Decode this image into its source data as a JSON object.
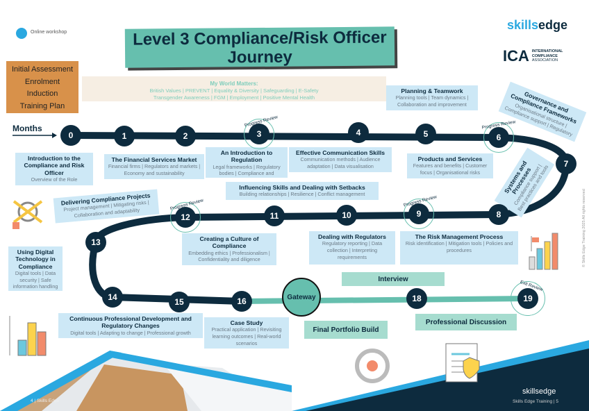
{
  "legend": {
    "label": "Online workshop",
    "color": "#2aa8e0"
  },
  "title": "Level 3 Compliance/Risk Officer Journey",
  "logos": {
    "skills": "skills",
    "edge": "edge",
    "ica": "ICA",
    "ica_text": [
      "INTERNATIONAL",
      "COMPLIANCE",
      "ASSOCIATION"
    ]
  },
  "onboarding": [
    "Initial Assessment",
    "Enrolment",
    "Induction",
    "Training Plan"
  ],
  "my_world": {
    "title": "My World Matters:",
    "line1": "British Values | PREVENT | Equality & Diversity | Safeguarding | E-Safety",
    "line2": "Transgender Awareness | FGM | Employment | Positive Mental Health"
  },
  "months_label": "Months",
  "nodes": [
    "0",
    "1",
    "2",
    "3",
    "4",
    "5",
    "6",
    "7",
    "8",
    "9",
    "10",
    "11",
    "12",
    "13",
    "14",
    "15",
    "16",
    "Gateway",
    "18",
    "19"
  ],
  "progress_review": "Progress Review",
  "exit_review": "Exit Review",
  "modules": [
    {
      "title": "Introduction to the Compliance and Risk Officer",
      "desc": "Overview of the  Role"
    },
    {
      "title": "The Financial Services Market",
      "desc": "Financial firms | Regulators and markets | Economy and sustainability"
    },
    {
      "title": "An Introduction to Regulation",
      "desc": "Legal frameworks | Regulatory bodies | Compliance and"
    },
    {
      "title": "Effective Communication Skills",
      "desc": "Communication methods | Audience adaptation | Data visualisation"
    },
    {
      "title": "Planning & Teamwork",
      "desc": "Planning tools | Team dynamics | Collaboration and improvement"
    },
    {
      "title": "Products and Services",
      "desc": "Features and benefits | Customer focus | Organisational risks"
    },
    {
      "title": "Governance and Compliance Frameworks",
      "desc": "Organisational structure | Compliance support | Regulatory"
    },
    {
      "title": "Systems and Processes",
      "desc": "Compliance support | Best practices and tools"
    },
    {
      "title": "The Risk Management Process",
      "desc": "Risk identification | Mitigation tools | Policies and procedures"
    },
    {
      "title": "Dealing with Regulators",
      "desc": "Regulatory reporting | Data collection | Interpreting requirements"
    },
    {
      "title": "Influencing Skills and Dealing with Setbacks",
      "desc": "Building relationships | Resilience | Conflict management"
    },
    {
      "title": "Creating a Culture of Compliance",
      "desc": "Embedding ethics | Professionalism | Confidentiality and diligence"
    },
    {
      "title": "Delivering Compliance Projects",
      "desc": "Project management | Mitigating risks | Collaboration and adaptability"
    },
    {
      "title": "Using Digital Technology in Compliance",
      "desc": "Digital tools | Data security | Safe information handling"
    },
    {
      "title": "Continuous Professional Development and Regulatory Changes",
      "desc": "Digital tools | Adapting to change | Professional growth"
    },
    {
      "title": "Case Study",
      "desc": "Practical application | Revisiting learning outcomes | Real-world scenarios"
    }
  ],
  "epa": {
    "interview": "Interview",
    "portfolio": "Final Portfolio Build",
    "discussion": "Professional Discussion"
  },
  "copyright": "© Skills Edge Training 2025 All rights reserved",
  "footer": {
    "left": "4 | Skills Edge",
    "right": "Skills Edge Training  | 5"
  },
  "colors": {
    "navy": "#0d2b3e",
    "teal": "#66bfae",
    "lightblue": "#cde8f6",
    "orange": "#d8914a",
    "blue": "#2aa8e0"
  }
}
